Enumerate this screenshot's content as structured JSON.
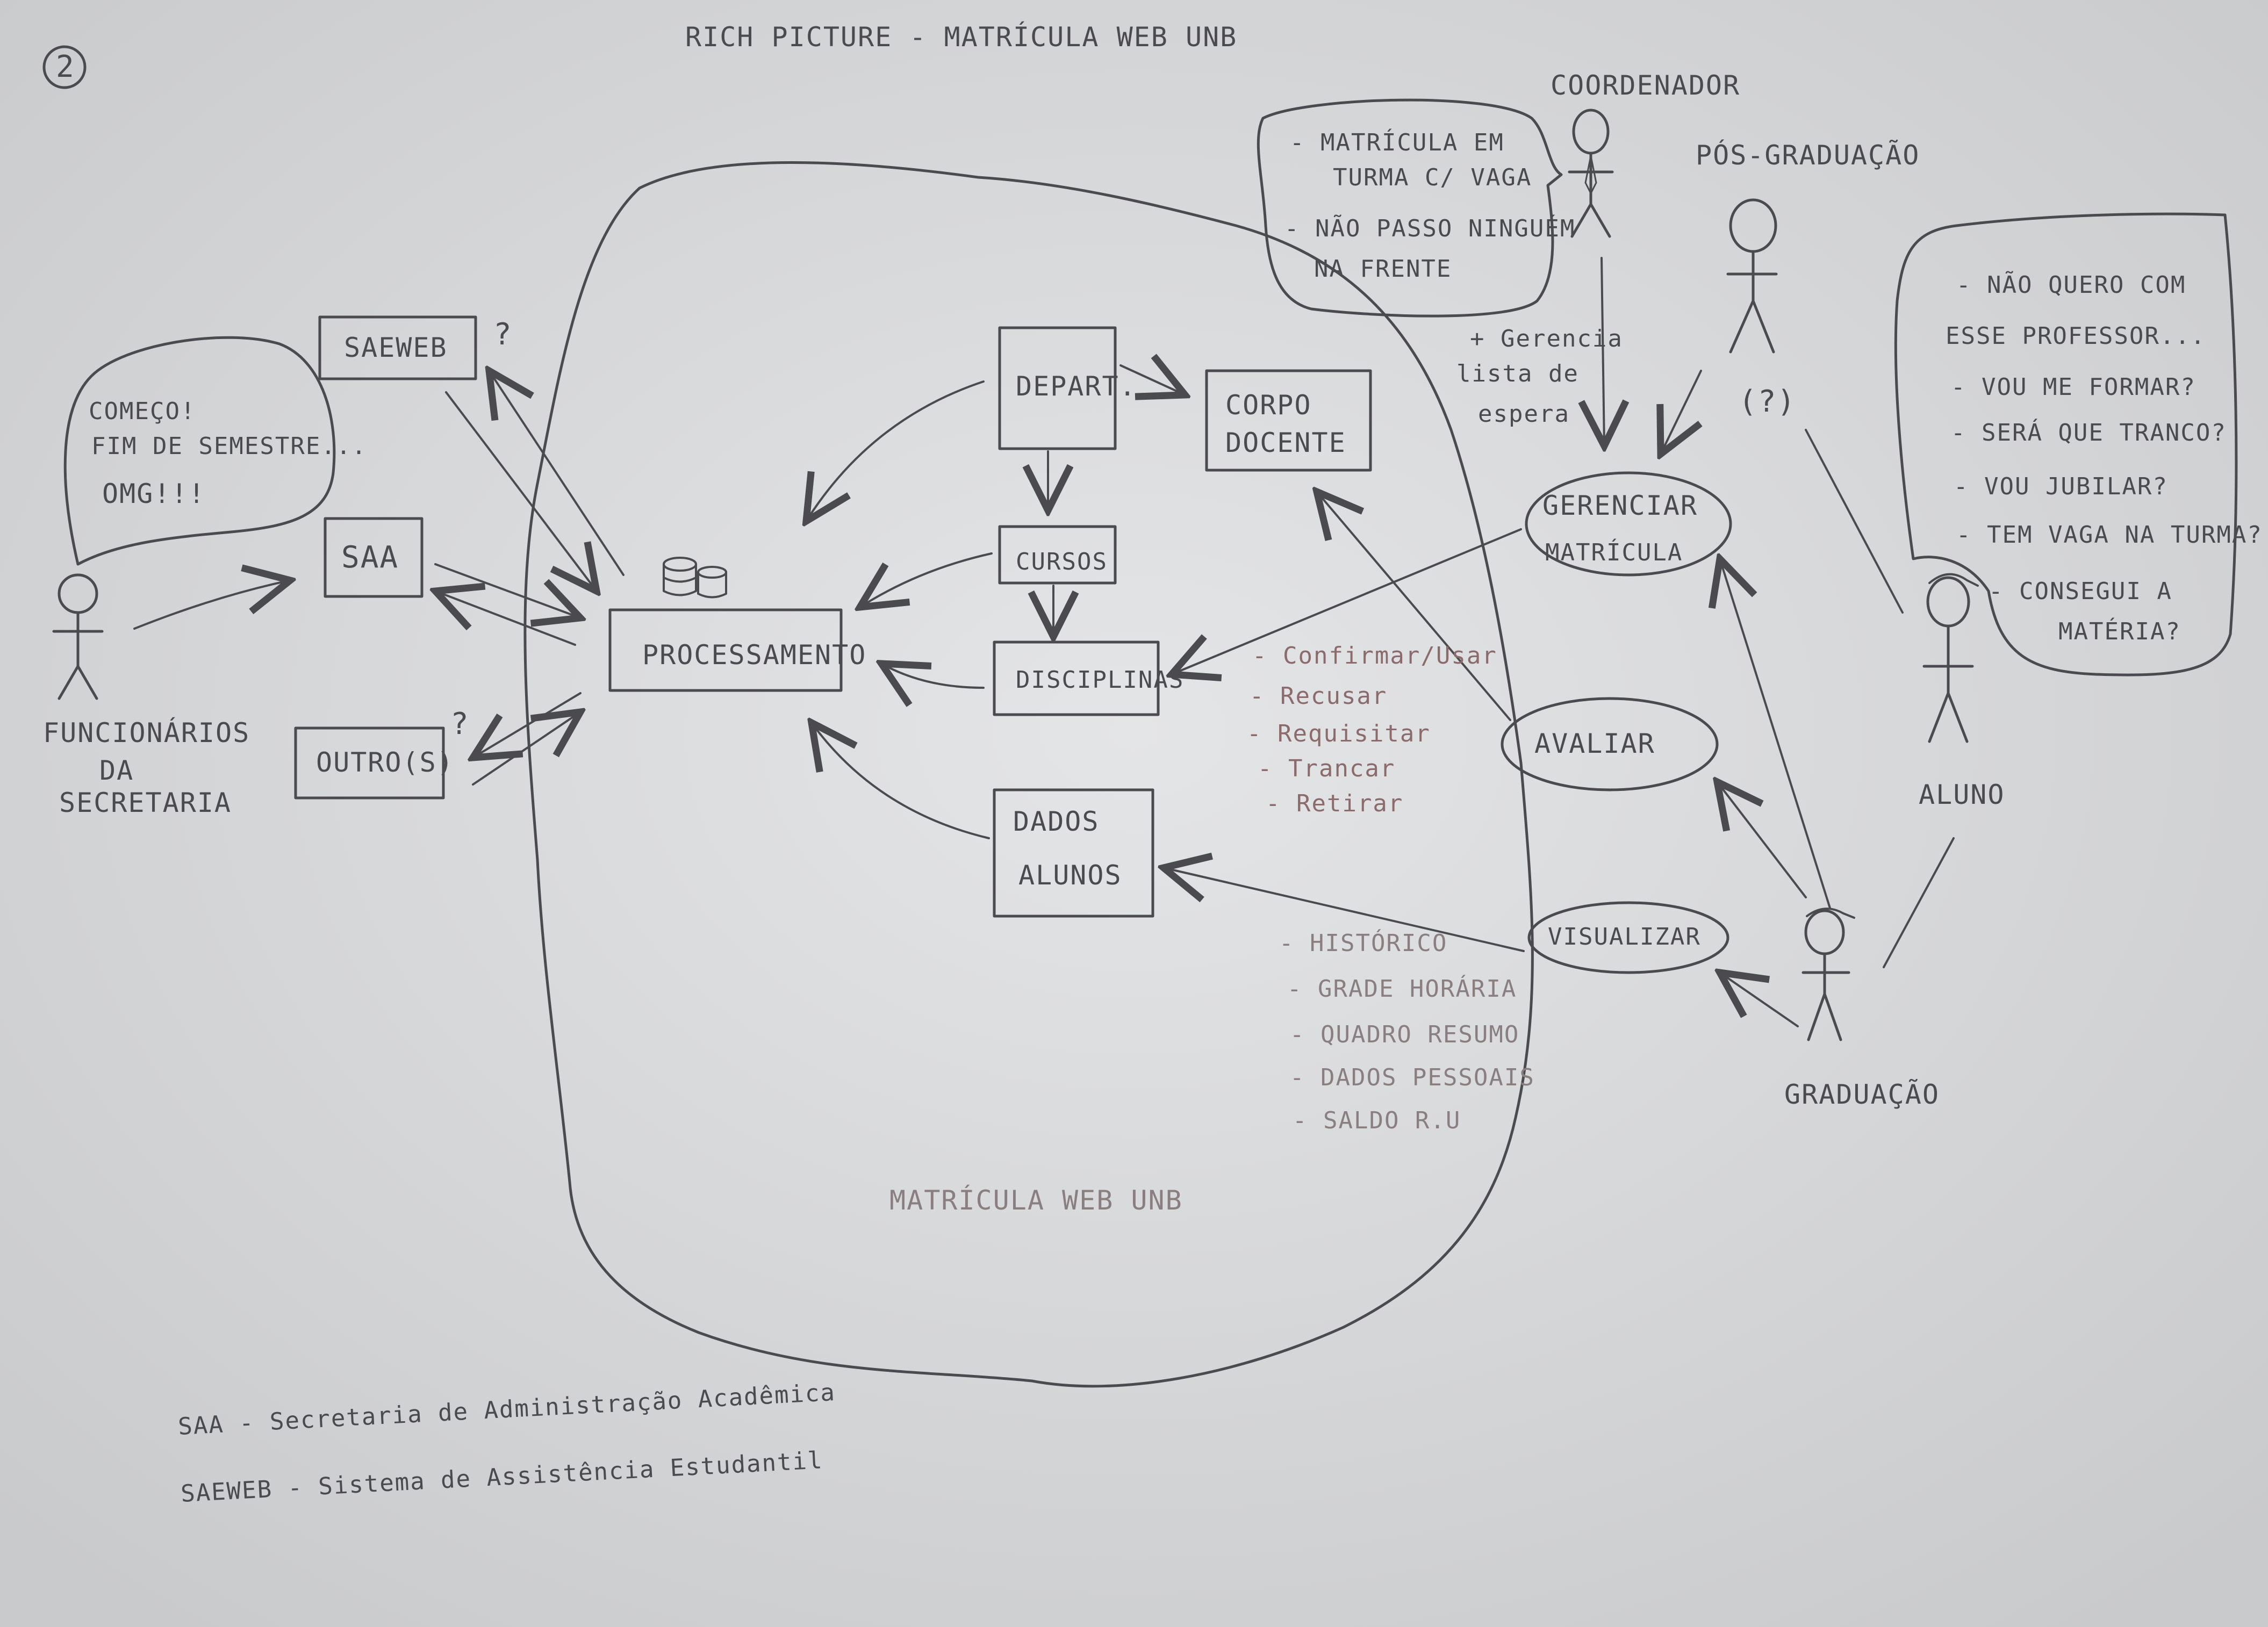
{
  "page_number": "2",
  "title": "RICH PICTURE - MATRÍCULA WEB UNB",
  "cloud_label": "MATRÍCULA WEB UNB",
  "systems": {
    "saeweb": "SAEWEB",
    "saeweb_mark": "?",
    "saa": "SAA",
    "outros": "OUTRO(S)",
    "outros_mark": "?"
  },
  "internal": {
    "processamento": "PROCESSAMENTO",
    "depart": "DEPART.",
    "corpo_docente": [
      "CORPO",
      "DOCENTE"
    ],
    "cursos": "CURSOS",
    "disciplinas": "DISCIPLINAS",
    "dados_alunos": [
      "DADOS",
      "ALUNOS"
    ]
  },
  "use_cases": {
    "gerenciar": [
      "GERENCIAR",
      "MATRÍCULA"
    ],
    "avaliar": "AVALIAR",
    "visualizar": "VISUALIZAR"
  },
  "actors": {
    "funcionarios": [
      "FUNCIONÁRIOS",
      "DA",
      "SECRETARIA"
    ],
    "coordenador": "COORDENADOR",
    "pos_graduacao": "PÓS-GRADUAÇÃO",
    "pos_mark": "(?)",
    "aluno": "ALUNO",
    "graduacao": "GRADUAÇÃO"
  },
  "bubbles": {
    "secretaria": [
      "COMEÇO!",
      "FIM DE SEMESTRE...",
      "OMG!!!"
    ],
    "coordenador": [
      "- MATRÍCULA EM",
      "TURMA C/ VAGA",
      "- NÃO PASSO NINGUÉM",
      "NA FRENTE"
    ],
    "aluno": [
      "- NÃO QUERO COM",
      "ESSE PROFESSOR...",
      "- VOU ME FORMAR?",
      "- SERÁ QUE TRANCO?",
      "- VOU JUBILAR?",
      "- TEM VAGA NA TURMA?",
      "- CONSEGUI A",
      "MATÉRIA?"
    ]
  },
  "notes": {
    "coordenador": [
      "+ Gerencia",
      "lista de",
      "espera"
    ],
    "disciplinas": [
      "- Confirmar/Usar",
      "- Recusar",
      "- Requisitar",
      "- Trancar",
      "- Retirar"
    ],
    "visualizar": [
      "- HISTÓRICO",
      "- GRADE HORÁRIA",
      "- QUADRO RESUMO",
      "- DADOS PESSOAIS",
      "- SALDO R.U"
    ]
  },
  "legend": [
    "SAA - Secretaria de Administração Acadêmica",
    "SAEWEB - Sistema de Assistência Estudantil"
  ],
  "colors": {
    "ink": "#4a4a4f",
    "paper": "#dcdddf",
    "faint_ink": "#8a7f80"
  }
}
